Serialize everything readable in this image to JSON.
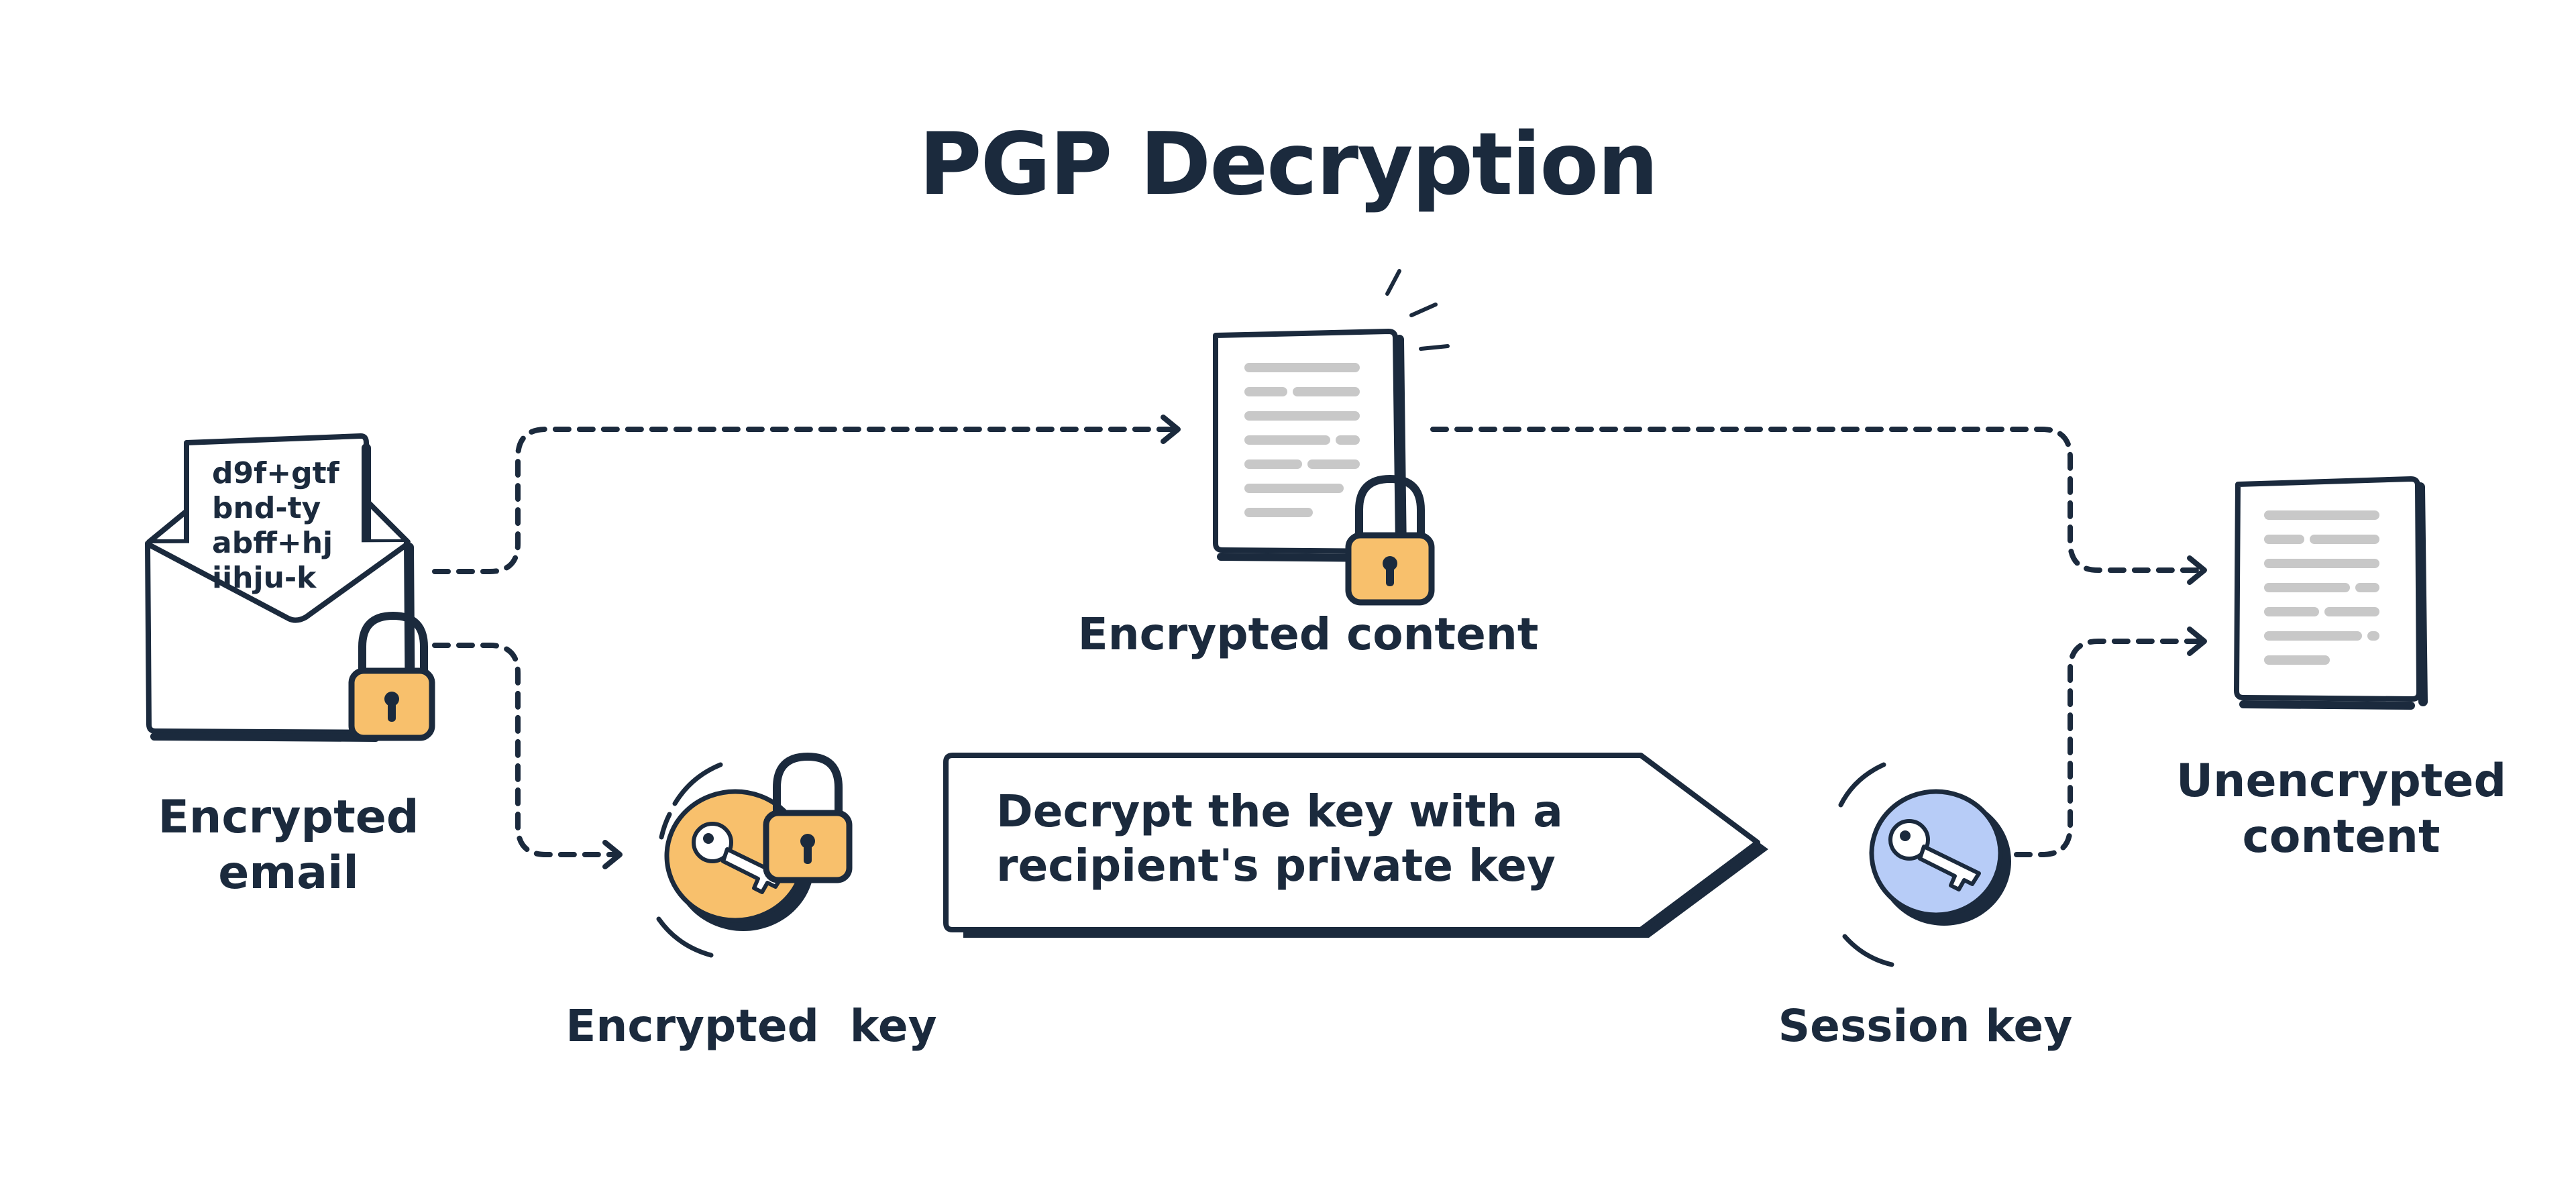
{
  "title": "PGP Decryption",
  "email": {
    "label_line1": "Encrypted",
    "label_line2": "email",
    "cipher_lines": [
      "d9f+gtf",
      "bnd-ty",
      "abff+hj",
      "iihju-k"
    ]
  },
  "encrypted_content": {
    "label": "Encrypted content"
  },
  "encrypted_key": {
    "label": "Encrypted  key"
  },
  "session_key": {
    "label": "Session key"
  },
  "unencrypted_content": {
    "label_line1": "Unencrypted",
    "label_line2": "content"
  },
  "decrypt_step": {
    "line1": "Decrypt the key with a",
    "line2": "recipient's private key"
  },
  "colors": {
    "ink": "#1b2a3d",
    "lock_orange": "#f8c06c",
    "session_blue": "#b7ccf7",
    "text_gray": "#c8c8c8"
  },
  "icons": [
    "envelope-icon",
    "padlock-icon",
    "document-icon",
    "key-icon"
  ]
}
